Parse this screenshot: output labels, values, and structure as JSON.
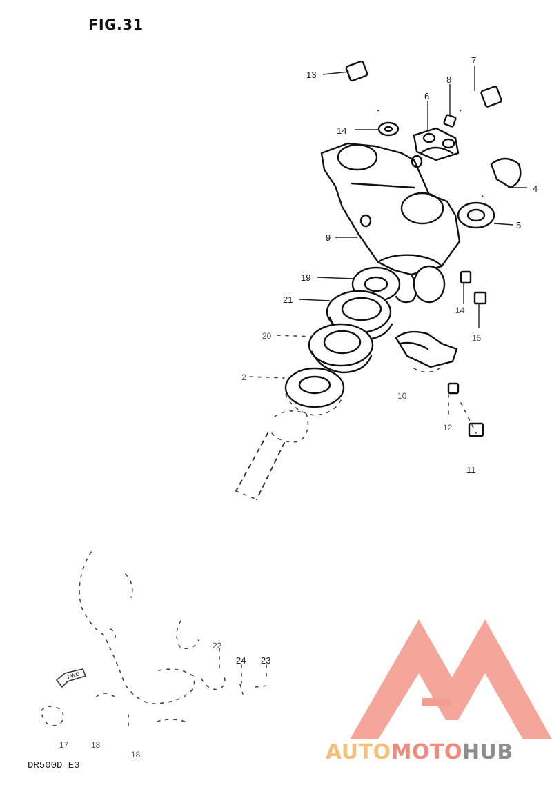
{
  "figure": {
    "title": "FIG.31",
    "model_code": "DR500D E3"
  },
  "callouts": [
    {
      "id": "13",
      "text": "13"
    },
    {
      "id": "7",
      "text": "7"
    },
    {
      "id": "8",
      "text": "8"
    },
    {
      "id": "6",
      "text": "6"
    },
    {
      "id": "14a",
      "text": "14"
    },
    {
      "id": "4",
      "text": "4"
    },
    {
      "id": "5",
      "text": "5"
    },
    {
      "id": "9",
      "text": "9"
    },
    {
      "id": "19",
      "text": "19"
    },
    {
      "id": "21",
      "text": "21"
    },
    {
      "id": "14b",
      "text": "14"
    },
    {
      "id": "15",
      "text": "15"
    },
    {
      "id": "20",
      "text": "20"
    },
    {
      "id": "2",
      "text": "2"
    },
    {
      "id": "10",
      "text": "10"
    },
    {
      "id": "12",
      "text": "12"
    },
    {
      "id": "11",
      "text": "11"
    },
    {
      "id": "22",
      "text": "22"
    },
    {
      "id": "24",
      "text": "24"
    },
    {
      "id": "23",
      "text": "23"
    },
    {
      "id": "17",
      "text": "17"
    },
    {
      "id": "18a",
      "text": "18"
    },
    {
      "id": "18b",
      "text": "18"
    }
  ],
  "fwd_marker": "FWD",
  "watermark": {
    "part1": "AUTO",
    "part2": "MOTO",
    "part3": "HUB"
  }
}
